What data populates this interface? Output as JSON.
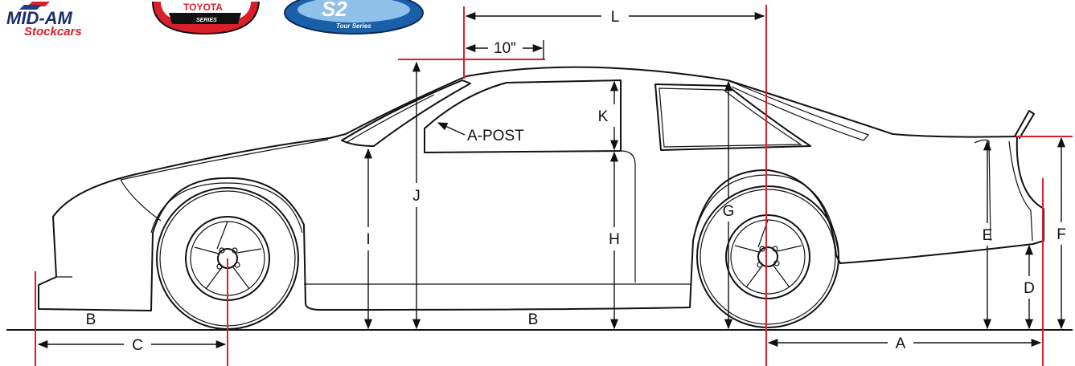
{
  "logos": {
    "midam": {
      "line1": "MID-AM",
      "line2": "Stockcars"
    },
    "toyota": {
      "brand": "TOYOTA",
      "sub": "SERIES"
    },
    "s2": {
      "mark": "S2",
      "sub": "Tour Series"
    }
  },
  "labels": {
    "A": "A",
    "B_front": "B",
    "B_mid": "B",
    "C": "C",
    "D": "D",
    "E": "E",
    "F": "F",
    "G": "G",
    "H": "H",
    "I": "I",
    "J": "J",
    "K": "K",
    "L": "L",
    "ten_inch": "10\"",
    "a_post": "A-POST"
  },
  "colors": {
    "reference_line": "#d9202a",
    "outline": "#111111",
    "toyota_red": "#d9202a",
    "s2_blue": "#1b5fa8"
  }
}
